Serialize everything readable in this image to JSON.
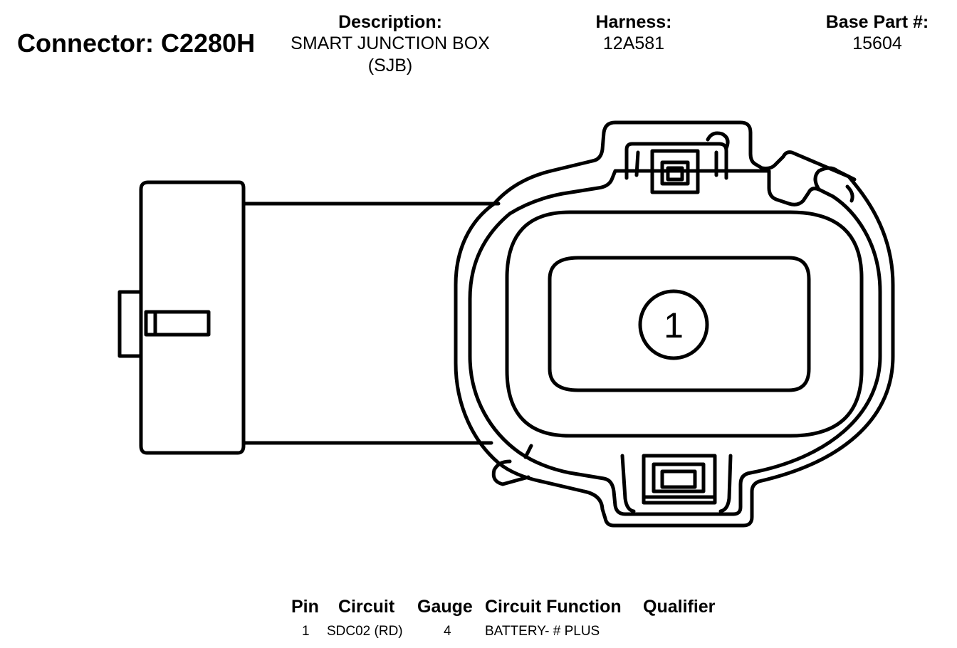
{
  "header": {
    "connector_label": "Connector: C2280H",
    "description_label": "Description:",
    "description_line1": "SMART JUNCTION BOX",
    "description_line2": "(SJB)",
    "harness_label": "Harness:",
    "harness_value": "12A581",
    "base_part_label": "Base Part #:",
    "base_part_value": "15604"
  },
  "diagram": {
    "pin_number": "1"
  },
  "pin_table": {
    "columns": [
      "Pin",
      "Circuit",
      "Gauge",
      "Circuit Function",
      "Qualifier"
    ],
    "rows": [
      {
        "pin": "1",
        "circuit": "SDC02 (RD)",
        "gauge": "4",
        "function": "BATTERY- # PLUS",
        "qualifier": ""
      }
    ]
  }
}
